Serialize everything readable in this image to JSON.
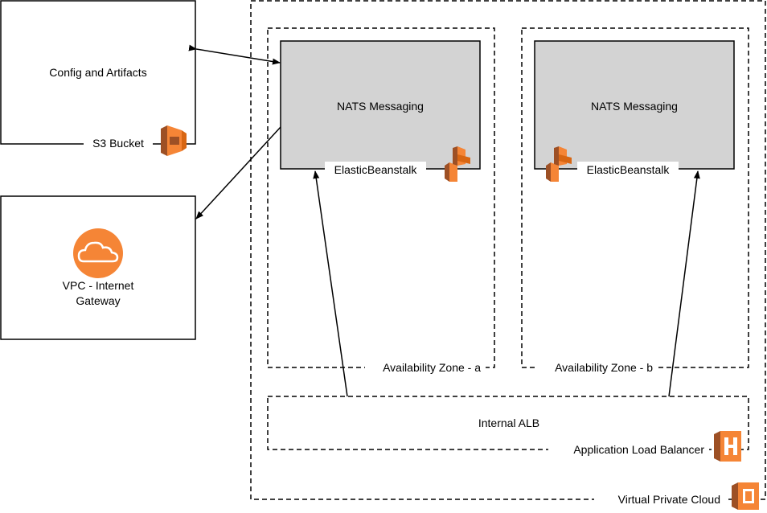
{
  "s3_box": {
    "title": "Config and Artifacts",
    "caption": "S3 Bucket"
  },
  "igw_box": {
    "title_line1": "VPC - Internet",
    "title_line2": "Gateway"
  },
  "vpc": {
    "caption": "Virtual Private Cloud"
  },
  "az_a": {
    "caption": "Availability Zone - a"
  },
  "az_b": {
    "caption": "Availability Zone - b"
  },
  "eb_a": {
    "title": "NATS Messaging",
    "caption": "ElasticBeanstalk"
  },
  "eb_b": {
    "title": "NATS Messaging",
    "caption": "ElasticBeanstalk"
  },
  "alb": {
    "title": "Internal ALB",
    "caption": "Application Load Balancer"
  },
  "colors": {
    "aws_orange": "#f58536",
    "eb_fill": "#d3d3d3"
  },
  "icons": [
    "s3-bucket-icon",
    "elastic-beanstalk-icon",
    "internet-gateway-cloud-icon",
    "load-balancer-icon",
    "vpc-icon"
  ]
}
